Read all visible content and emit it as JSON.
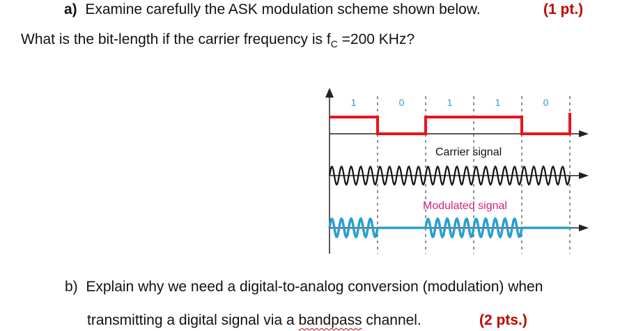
{
  "part_a": {
    "label": "a)",
    "text": "Examine carefully the ASK modulation scheme shown below.",
    "points": "(1 pt.)",
    "question_before": "What is the bit-length if the carrier frequency is f",
    "question_sub": "C",
    "question_after": " =200 KHz?"
  },
  "figure": {
    "bits": [
      "1",
      "0",
      "1",
      "1",
      "0"
    ],
    "carrier_label": "Carrier signal",
    "modulated_label": "Modulated signal",
    "colors": {
      "digital": "#e8141b",
      "carrier": "#111111",
      "modulated": "#2a9fd0",
      "bit_label": "#2a9fd0",
      "modulated_label": "#d4217a"
    }
  },
  "part_b": {
    "label": "b)",
    "line1": "Explain why we need a digital-to-analog conversion (modulation) when",
    "line2_before": "transmitting a digital signal via a ",
    "line2_underlined": "bandpass",
    "line2_after": " channel.",
    "points": "(2 pts.)"
  }
}
